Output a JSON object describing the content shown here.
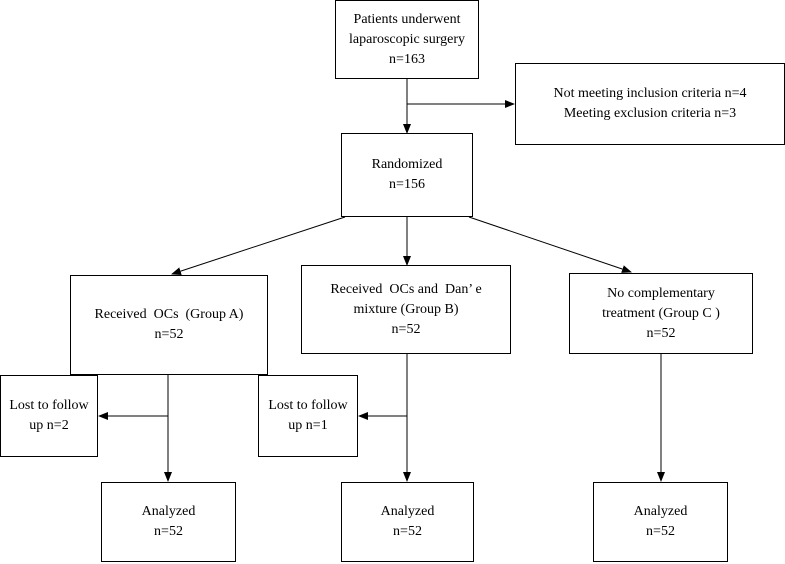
{
  "diagram": {
    "start": {
      "line1": "Patients underwent",
      "line2": "laparoscopic surgery",
      "line3": "n=163"
    },
    "excluded": {
      "line1": "Not meeting inclusion criteria n=4",
      "line2": "Meeting exclusion criteria n=3"
    },
    "randomized": {
      "line1": "Randomized",
      "line2": "n=156"
    },
    "group_a": {
      "line1": "Received  OCs  (Group A)",
      "line2": "n=52",
      "lost1": "Lost to follow",
      "lost2": "up n=2",
      "analyzed1": "Analyzed",
      "analyzed2": "n=52"
    },
    "group_b": {
      "line1": "Received  OCs and  Dan’ e",
      "line2": "mixture (Group B)",
      "line3": "n=52",
      "lost1": "Lost to follow",
      "lost2": "up n=1",
      "analyzed1": "Analyzed",
      "analyzed2": "n=52"
    },
    "group_c": {
      "line1": "No complementary",
      "line2": "treatment (Group C )",
      "line3": "n=52",
      "analyzed1": "Analyzed",
      "analyzed2": "n=52"
    }
  }
}
